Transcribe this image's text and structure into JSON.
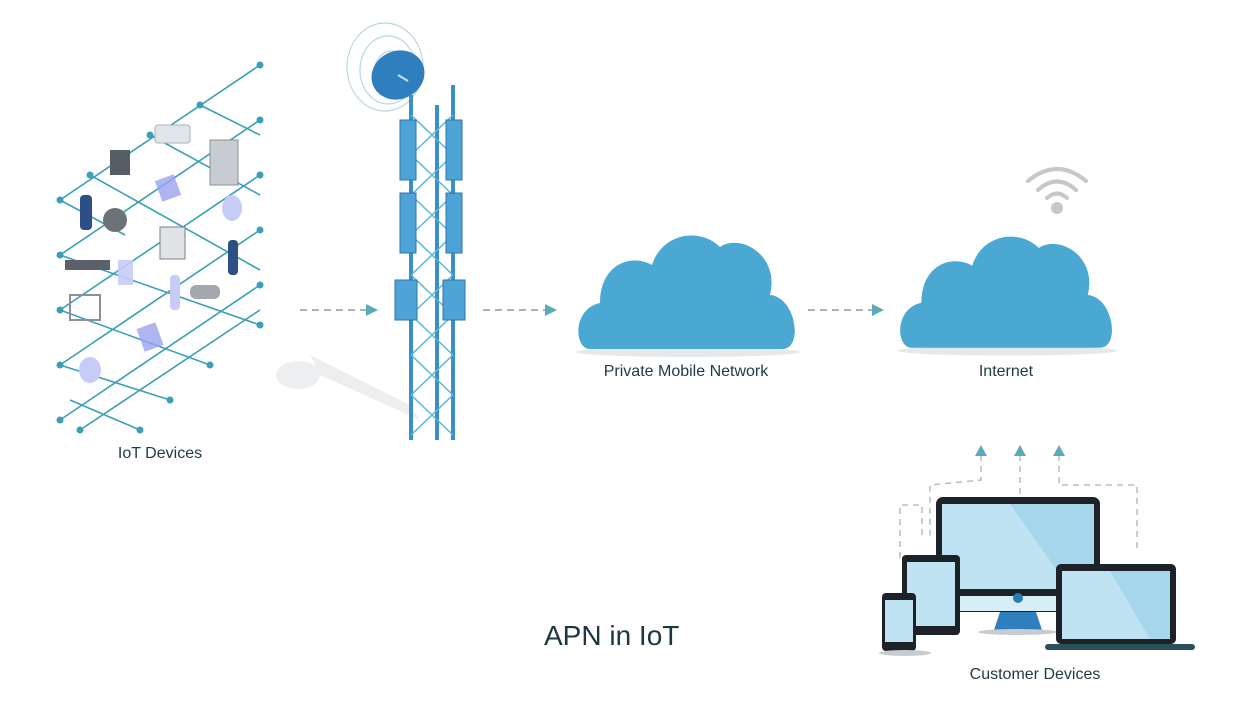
{
  "diagram": {
    "title": "APN in IoT",
    "nodes": [
      {
        "id": "iot",
        "label": "IoT Devices",
        "icon": "iot-device-grid-icon"
      },
      {
        "id": "tower",
        "label": "",
        "icon": "cell-tower-icon"
      },
      {
        "id": "pmn",
        "label": "Private Mobile Network",
        "icon": "cloud-icon"
      },
      {
        "id": "internet",
        "label": "Internet",
        "icon": "cloud-icon"
      },
      {
        "id": "customer",
        "label": "Customer Devices",
        "icon": "devices-icon"
      }
    ],
    "edges": [
      {
        "from": "iot",
        "to": "tower",
        "style": "dashed-arrow"
      },
      {
        "from": "tower",
        "to": "pmn",
        "style": "dashed-arrow"
      },
      {
        "from": "pmn",
        "to": "internet",
        "style": "dashed-arrow"
      },
      {
        "from": "customer",
        "to": "internet",
        "style": "dashed-arrow-up",
        "count": 3
      }
    ],
    "colors": {
      "cloud": "#4aa8d2",
      "tower": "#3a8fc8",
      "arrow_head": "#5aaabb",
      "dash": "#8a9aa3",
      "text": "#1f3a44",
      "grid_line": "#3aa0b8",
      "screen": "#bfe3f2",
      "bezel": "#1c2228"
    }
  }
}
